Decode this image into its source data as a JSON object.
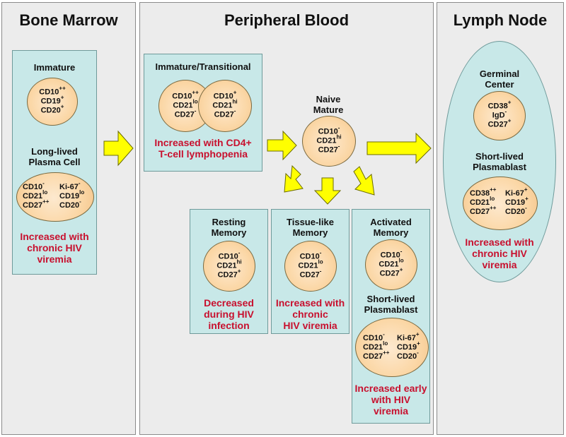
{
  "panels": {
    "bone_marrow": "Bone Marrow",
    "peripheral_blood": "Peripheral Blood",
    "lymph_node": "Lymph Node"
  },
  "bone_marrow": {
    "immature": {
      "title": "Immature",
      "markers": [
        [
          "CD10",
          "++"
        ],
        [
          "CD19",
          "+"
        ],
        [
          "CD20",
          "+"
        ]
      ]
    },
    "plasma": {
      "title1": "Long-lived",
      "title2": "Plasma Cell",
      "left": [
        [
          "CD10",
          "-"
        ],
        [
          "CD21",
          "lo"
        ],
        [
          "CD27",
          "++"
        ]
      ],
      "right": [
        [
          "Ki-67",
          "-"
        ],
        [
          "CD19",
          "lo"
        ],
        [
          "CD20",
          "-"
        ]
      ]
    },
    "note": [
      "Increased with",
      "chronic HIV",
      "viremia"
    ]
  },
  "peripheral_blood": {
    "transitional": {
      "title": "Immature/Transitional",
      "cell1": [
        [
          "CD10",
          "++"
        ],
        [
          "CD21",
          "lo"
        ],
        [
          "CD27",
          "-"
        ]
      ],
      "cell2": [
        [
          "CD10",
          "+"
        ],
        [
          "CD21",
          "hi"
        ],
        [
          "CD27",
          "-"
        ]
      ],
      "note": [
        "Increased with CD4+",
        "T-cell lymphopenia"
      ]
    },
    "naive": {
      "title1": "Naive",
      "title2": "Mature",
      "markers": [
        [
          "CD10",
          "-"
        ],
        [
          "CD21",
          "hi"
        ],
        [
          "CD27",
          "-"
        ]
      ]
    },
    "resting": {
      "title1": "Resting",
      "title2": "Memory",
      "markers": [
        [
          "CD10",
          "-"
        ],
        [
          "CD21",
          "hi"
        ],
        [
          "CD27",
          "+"
        ]
      ],
      "note": [
        "Decreased",
        "during HIV",
        "infection"
      ]
    },
    "tissue": {
      "title1": "Tissue-like",
      "title2": "Memory",
      "markers": [
        [
          "CD10",
          "-"
        ],
        [
          "CD21",
          "lo"
        ],
        [
          "CD27",
          "-"
        ]
      ],
      "note": [
        "Increased with",
        "chronic",
        "HIV viremia"
      ]
    },
    "activated": {
      "title1": "Activated",
      "title2": "Memory",
      "markers": [
        [
          "CD10",
          "-"
        ],
        [
          "CD21",
          "lo"
        ],
        [
          "CD27",
          "+"
        ]
      ],
      "sub_title1": "Short-lived",
      "sub_title2": "Plasmablast",
      "left": [
        [
          "CD10",
          "-"
        ],
        [
          "CD21",
          "lo"
        ],
        [
          "CD27",
          "++"
        ]
      ],
      "right": [
        [
          "Ki-67",
          "+"
        ],
        [
          "CD19",
          "+"
        ],
        [
          "CD20",
          "-"
        ]
      ],
      "note": [
        "Increased early",
        "with HIV",
        "viremia"
      ]
    }
  },
  "lymph_node": {
    "germinal": {
      "title1": "Germinal",
      "title2": "Center",
      "markers": [
        [
          "CD38",
          "+"
        ],
        [
          "IgD",
          "-"
        ],
        [
          "CD27",
          "+"
        ]
      ]
    },
    "plasmablast": {
      "title1": "Short-lived",
      "title2": "Plasmablast",
      "left": [
        [
          "CD38",
          "++"
        ],
        [
          "CD21",
          "lo"
        ],
        [
          "CD27",
          "++"
        ]
      ],
      "right": [
        [
          "Ki-67",
          "+"
        ],
        [
          "CD19",
          "+"
        ],
        [
          "CD20",
          "-"
        ]
      ]
    },
    "note": [
      "Increased with",
      "chronic HIV",
      "viremia"
    ]
  },
  "colors": {
    "panel": "#ececec",
    "box": "#c8e8e8",
    "cell": "#fbd7a6",
    "arrow": "#ffff00",
    "note": "#c8102e"
  }
}
